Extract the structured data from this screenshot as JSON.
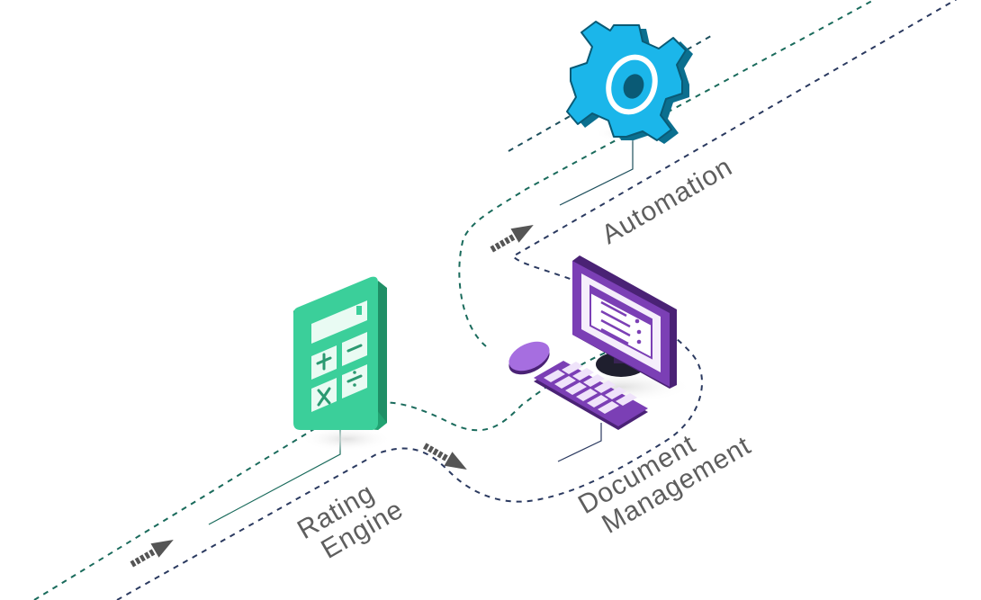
{
  "labels": {
    "rating_engine_line1": "Rating",
    "rating_engine_line2": "Engine",
    "document_management_line1": "Document",
    "document_management_line2": "Management",
    "automation": "Automation"
  },
  "colors": {
    "path_green": "#1a6b5c",
    "path_navy": "#2b3a60",
    "path_teal_dark": "#1d4f5c",
    "calculator": "#3bcf9a",
    "computer": "#7b3fb5",
    "gear": "#1bb6ea",
    "arrow": "#555555",
    "label_text": "#5e5e5e"
  },
  "icons": [
    "calculator-icon",
    "computer-icon",
    "keyboard-icon",
    "mouse-icon",
    "gear-icon",
    "arrow-icon"
  ]
}
